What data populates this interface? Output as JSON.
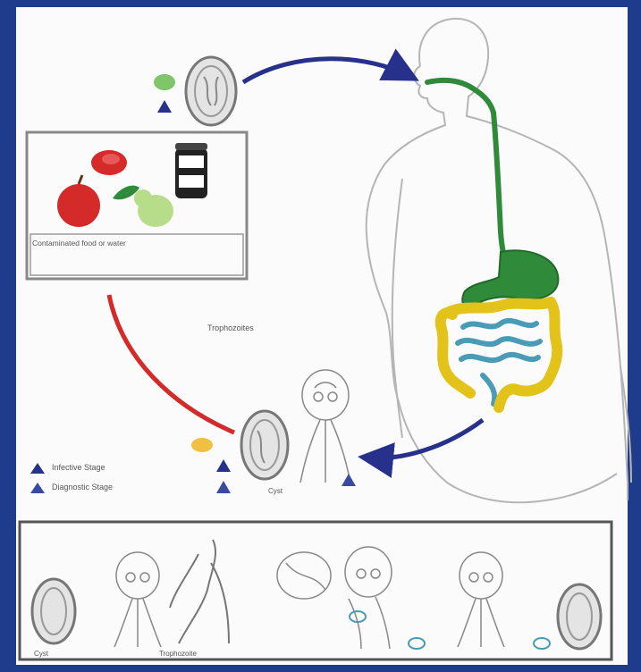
{
  "colors": {
    "background": "#1f3c8c",
    "panel": "#fbfbfb",
    "transmission_arrow": "#27308a",
    "contamination_arrow": "#d42a2a",
    "digestive_tract": "#2f8a3a",
    "colon": "#e3c21a",
    "small_intestine": "#4a9bb5",
    "infective_stage": "#27308a",
    "diagnostic_stage": "#3a4aa0"
  },
  "labels": {
    "food_caption": "Contaminated food or water",
    "intestine_annotation": "Trophozoites",
    "legend_infective": "Infective Stage",
    "legend_diagnostic": "Diagnostic Stage",
    "cyst_label": "Cyst",
    "step_a": "",
    "step_b": "",
    "step_c": "",
    "step_d": "",
    "bottom_cyst": "Cyst",
    "bottom_trophozoite": "Trophozoite"
  }
}
